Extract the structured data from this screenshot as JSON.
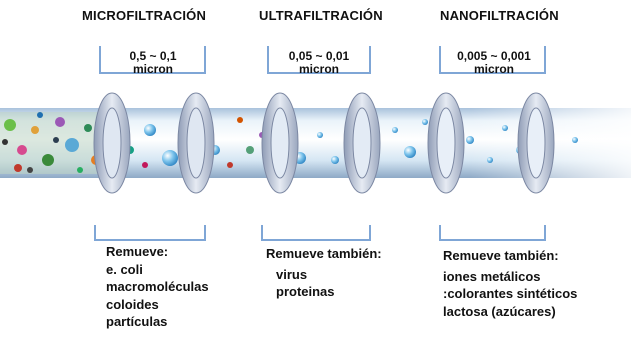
{
  "stages": [
    {
      "title": "MICROFILTRACIÓN",
      "size_value": "0,5 ~ 0,1",
      "size_unit": "micron",
      "removes_heading": "Remueve:",
      "removes_items": [
        "e. coli",
        "macromoléculas",
        "coloides",
        "partículas"
      ]
    },
    {
      "title": "ULTRAFILTRACIÓN",
      "size_value": "0,05 ~ 0,01",
      "size_unit": "micron",
      "removes_heading": "Remueve también:",
      "removes_items": [
        "virus",
        "proteinas"
      ]
    },
    {
      "title": "NANOFILTRACIÓN",
      "size_value": "0,005 ~ 0,001",
      "size_unit": "micron",
      "removes_heading": "Remueve también:",
      "removes_items": [
        "iones metálicos",
        ":colorantes sintéticos",
        "lactosa (azúcares)"
      ]
    }
  ],
  "colors": {
    "pipe_light": "#eef6fb",
    "pipe_mid": "#bcd3e8",
    "pipe_dark": "#7f9ab8",
    "flange": "#c6cfe0",
    "bracket_line": "#7fa6d6"
  }
}
